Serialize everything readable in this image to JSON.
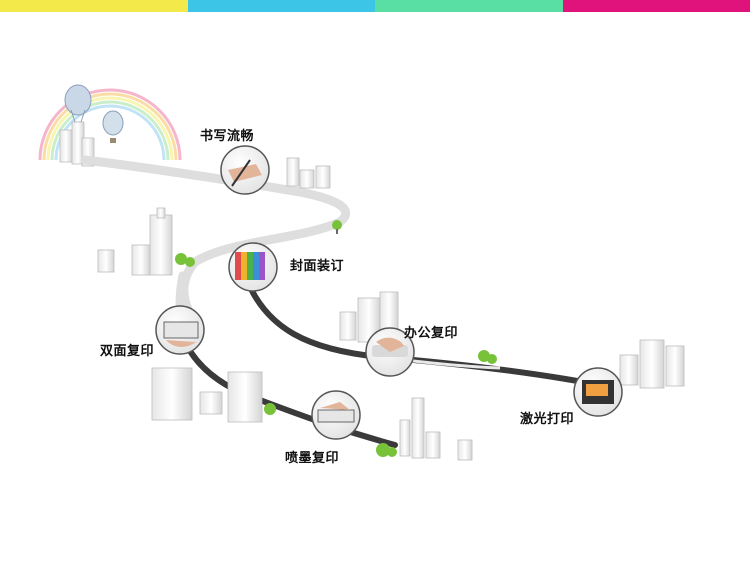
{
  "colors": {
    "bar": [
      "#f4e94a",
      "#3cc5e6",
      "#59dfa3",
      "#e0127b"
    ],
    "road": "#3a3a3a",
    "tree": "#78c23a"
  },
  "stations": [
    {
      "label": "书写流畅",
      "icon": "pen-writing-icon"
    },
    {
      "label": "封面装订",
      "icon": "binding-covers-icon"
    },
    {
      "label": "办公复印",
      "icon": "office-copier-icon"
    },
    {
      "label": "双面复印",
      "icon": "duplex-copier-icon"
    },
    {
      "label": "喷墨复印",
      "icon": "inkjet-copier-icon"
    },
    {
      "label": "激光打印",
      "icon": "laser-printer-icon"
    }
  ]
}
